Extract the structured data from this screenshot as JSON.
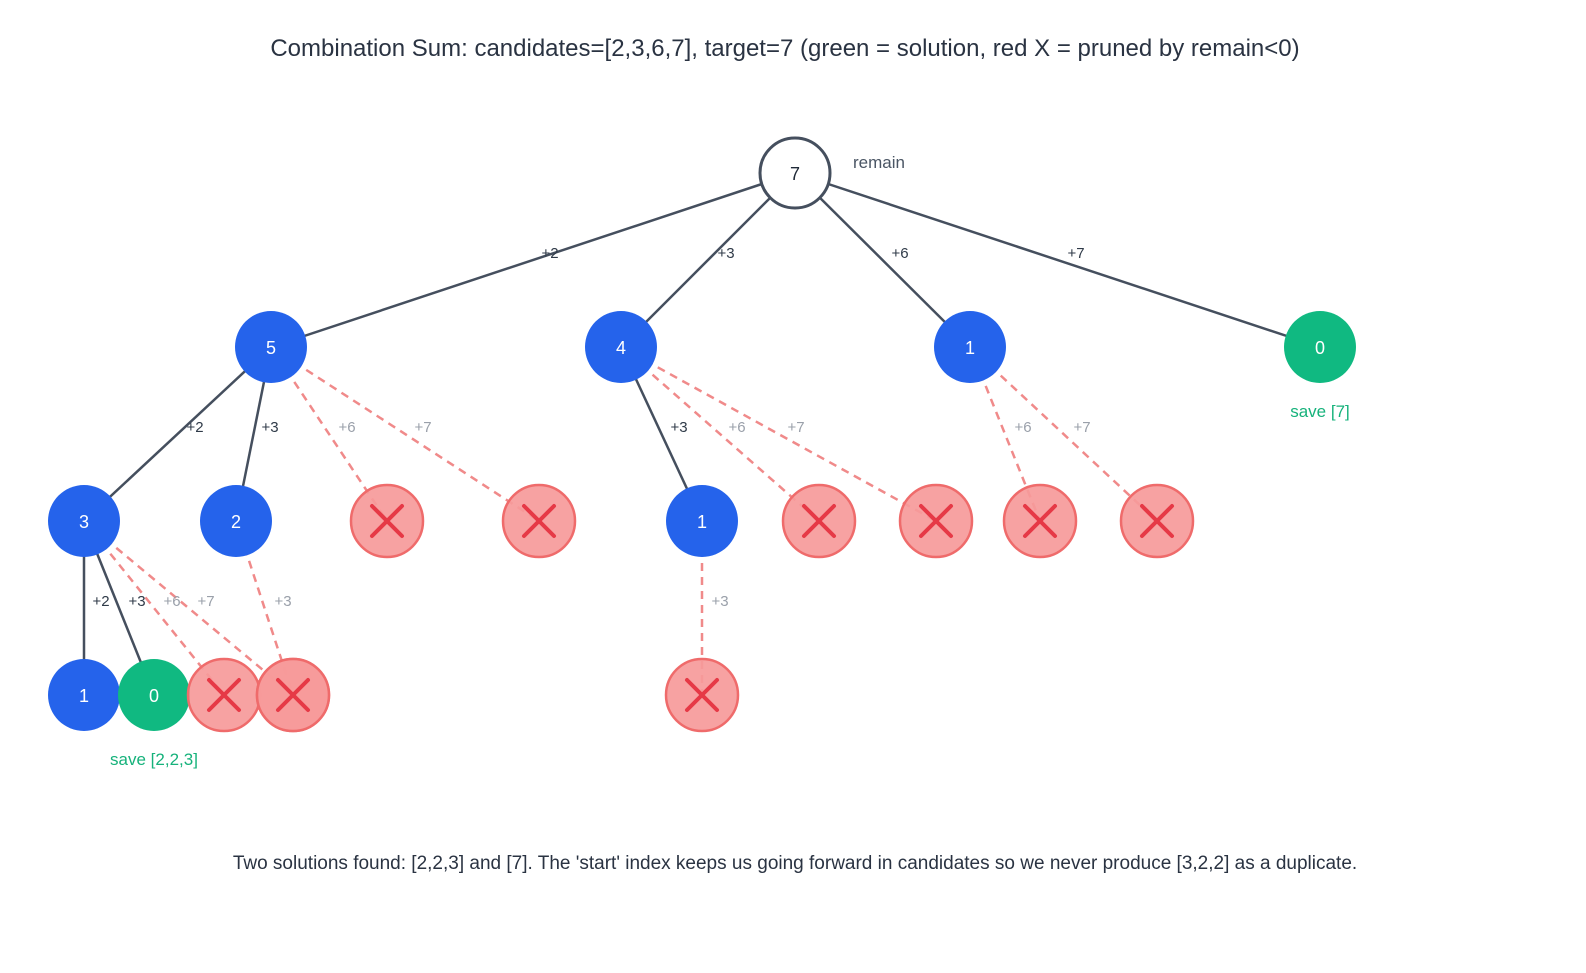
{
  "title": "Combination Sum: candidates=[2,3,6,7], target=7  (green = solution, red X = pruned by remain<0)",
  "footer": "Two solutions found: [2,2,3] and [7]. The 'start' index keeps us going forward in candidates so we never produce [3,2,2] as a duplicate.",
  "root_annotation": "remain",
  "colors": {
    "root_fill": "#ffffff",
    "root_stroke": "#454f5e",
    "active": "#2563eb",
    "solution": "#10b981",
    "pruned_fill": "#f69a9a",
    "pruned_stroke": "#ef6b6b",
    "pruned_x": "#e63946",
    "edge_solid": "#454f5e",
    "edge_dashed": "#f08a8a"
  },
  "tree": {
    "nodes": [
      {
        "id": "n0",
        "kind": "root",
        "label": "7"
      },
      {
        "id": "n1",
        "kind": "active",
        "label": "5"
      },
      {
        "id": "n2",
        "kind": "active",
        "label": "4"
      },
      {
        "id": "n3",
        "kind": "active",
        "label": "1"
      },
      {
        "id": "n4",
        "kind": "solution",
        "label": "0",
        "note": "save [7]"
      },
      {
        "id": "n5",
        "kind": "active",
        "label": "3"
      },
      {
        "id": "n6",
        "kind": "active",
        "label": "2"
      },
      {
        "id": "n7",
        "kind": "pruned",
        "label": ""
      },
      {
        "id": "n8",
        "kind": "pruned",
        "label": ""
      },
      {
        "id": "n9",
        "kind": "active",
        "label": "1"
      },
      {
        "id": "n10",
        "kind": "pruned",
        "label": ""
      },
      {
        "id": "n11",
        "kind": "pruned",
        "label": ""
      },
      {
        "id": "n12",
        "kind": "pruned",
        "label": ""
      },
      {
        "id": "n13",
        "kind": "pruned",
        "label": ""
      },
      {
        "id": "n14",
        "kind": "active",
        "label": "1"
      },
      {
        "id": "n15",
        "kind": "solution",
        "label": "0",
        "note": "save [2,2,3]"
      },
      {
        "id": "n16",
        "kind": "pruned",
        "label": ""
      },
      {
        "id": "n17",
        "kind": "pruned",
        "label": ""
      },
      {
        "id": "n18",
        "kind": "pruned",
        "label": ""
      },
      {
        "id": "n19",
        "kind": "pruned",
        "label": ""
      }
    ],
    "edges": [
      {
        "from": "n0",
        "to": "n1",
        "label": "+2",
        "style": "solid"
      },
      {
        "from": "n0",
        "to": "n2",
        "label": "+3",
        "style": "solid"
      },
      {
        "from": "n0",
        "to": "n3",
        "label": "+6",
        "style": "solid"
      },
      {
        "from": "n0",
        "to": "n4",
        "label": "+7",
        "style": "solid"
      },
      {
        "from": "n1",
        "to": "n5",
        "label": "+2",
        "style": "solid"
      },
      {
        "from": "n1",
        "to": "n6",
        "label": "+3",
        "style": "solid"
      },
      {
        "from": "n1",
        "to": "n7",
        "label": "+6",
        "style": "dashed"
      },
      {
        "from": "n1",
        "to": "n8",
        "label": "+7",
        "style": "dashed"
      },
      {
        "from": "n2",
        "to": "n9",
        "label": "+3",
        "style": "solid"
      },
      {
        "from": "n2",
        "to": "n10",
        "label": "+6",
        "style": "dashed"
      },
      {
        "from": "n2",
        "to": "n11",
        "label": "+7",
        "style": "dashed"
      },
      {
        "from": "n3",
        "to": "n12",
        "label": "+6",
        "style": "dashed"
      },
      {
        "from": "n3",
        "to": "n13",
        "label": "+7",
        "style": "dashed"
      },
      {
        "from": "n5",
        "to": "n14",
        "label": "+2",
        "style": "solid"
      },
      {
        "from": "n5",
        "to": "n15",
        "label": "+3",
        "style": "solid"
      },
      {
        "from": "n5",
        "to": "n16",
        "label": "+6",
        "style": "dashed"
      },
      {
        "from": "n5",
        "to": "n17",
        "label": "+7",
        "style": "dashed"
      },
      {
        "from": "n6",
        "to": "n18",
        "label": "+3",
        "style": "dashed"
      },
      {
        "from": "n9",
        "to": "n19",
        "label": "+3",
        "style": "dashed"
      }
    ]
  }
}
